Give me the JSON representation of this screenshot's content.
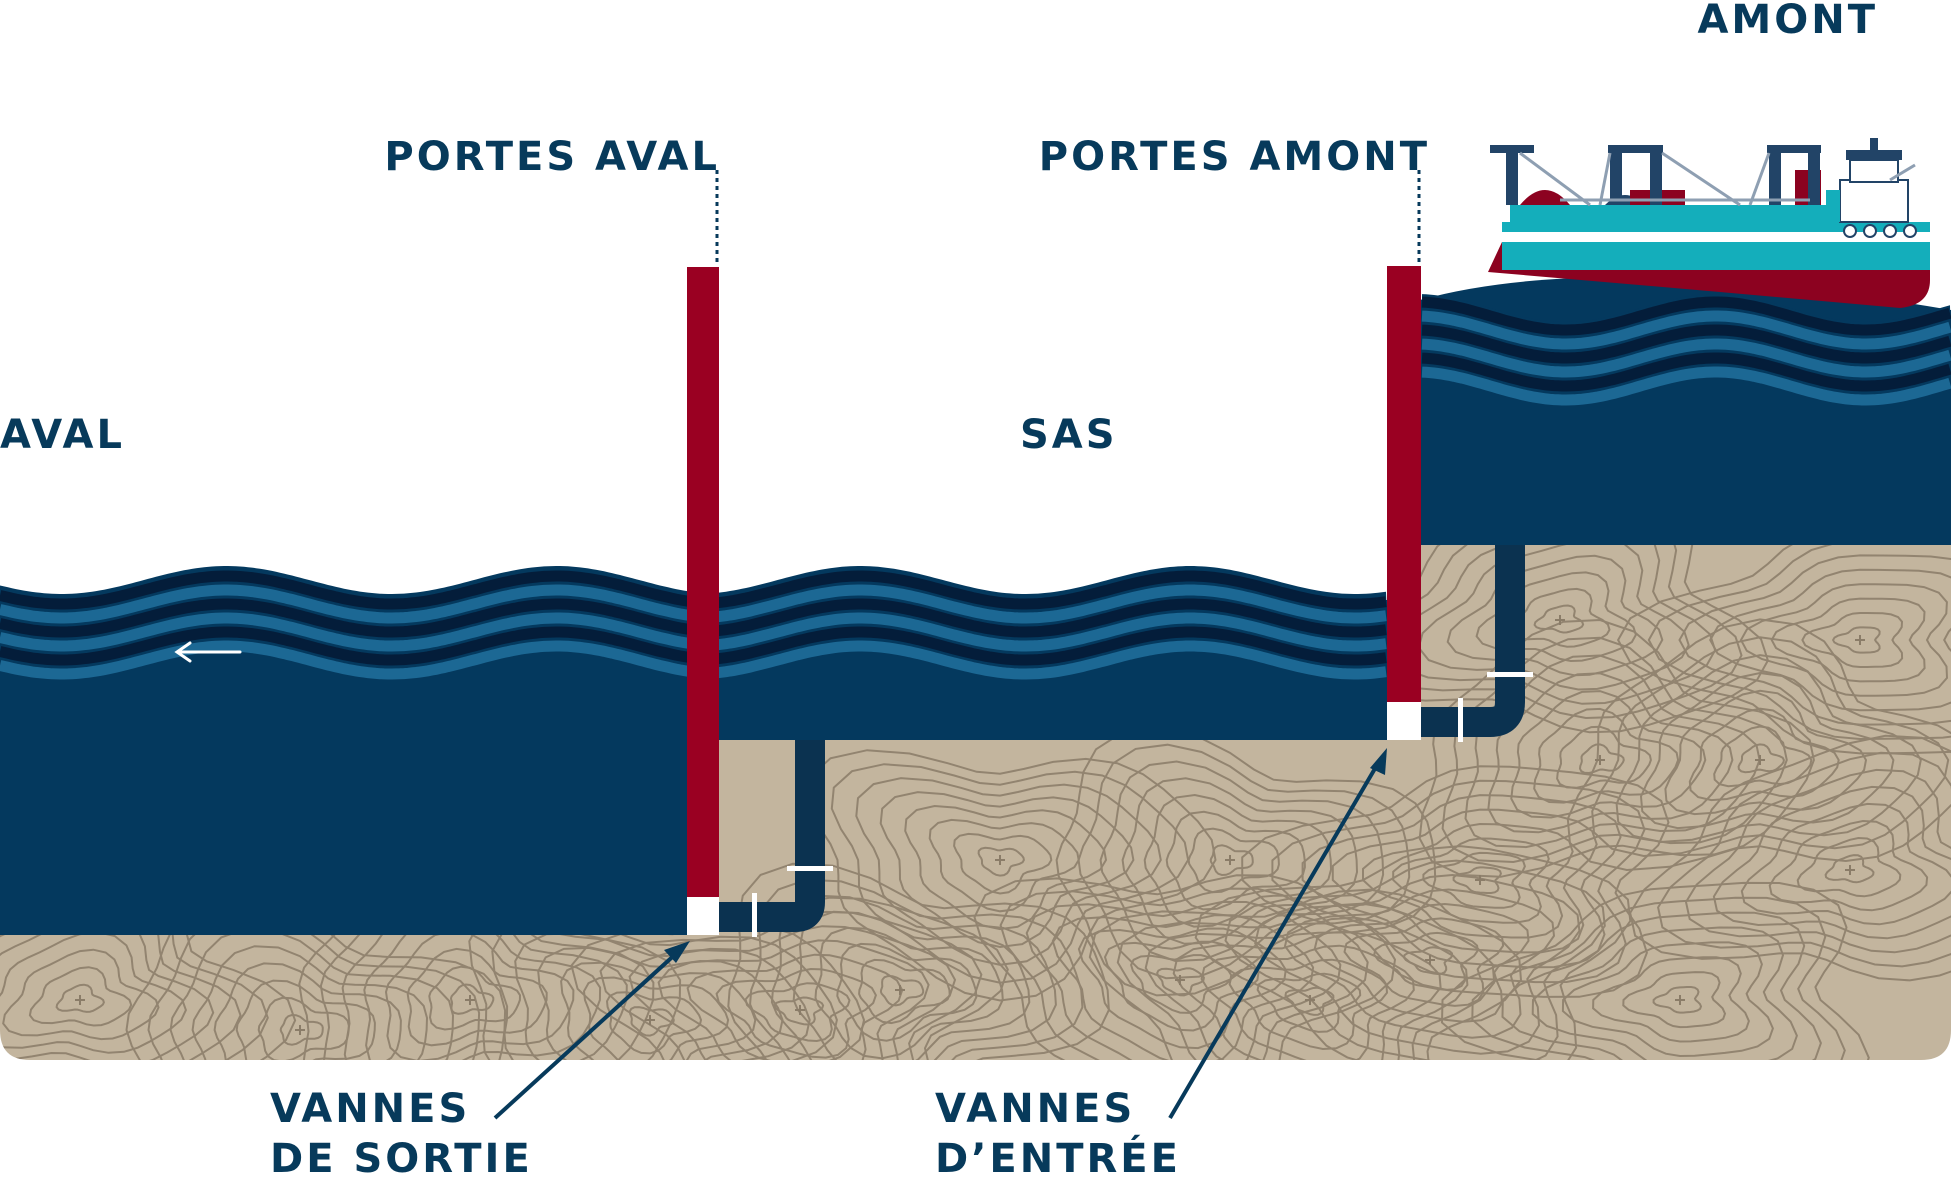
{
  "labels": {
    "amont": "AMONT",
    "aval": "AVAL",
    "sas": "SAS",
    "portes_aval": "PORTES AVAL",
    "portes_amont": "PORTES AMONT",
    "vannes_sortie": [
      "VANNES",
      "DE SORTIE"
    ],
    "vannes_entree": [
      "VANNES",
      "D’ENTRÉE"
    ]
  },
  "colors": {
    "water_deep": "#04395e",
    "water_light": "#1c6894",
    "water_dark": "#041d3a",
    "ground": "#c3b59e",
    "ground_lines": "#8a7c68",
    "gate": "#9a0022",
    "pipe": "#0b3250",
    "text": "#073a5b",
    "ship_hull_red": "#8c0220",
    "ship_teal": "#14aebb",
    "ship_navy": "#224467"
  },
  "flow_direction": "left",
  "icons": [
    "flow-arrow-icon",
    "ship-icon"
  ]
}
